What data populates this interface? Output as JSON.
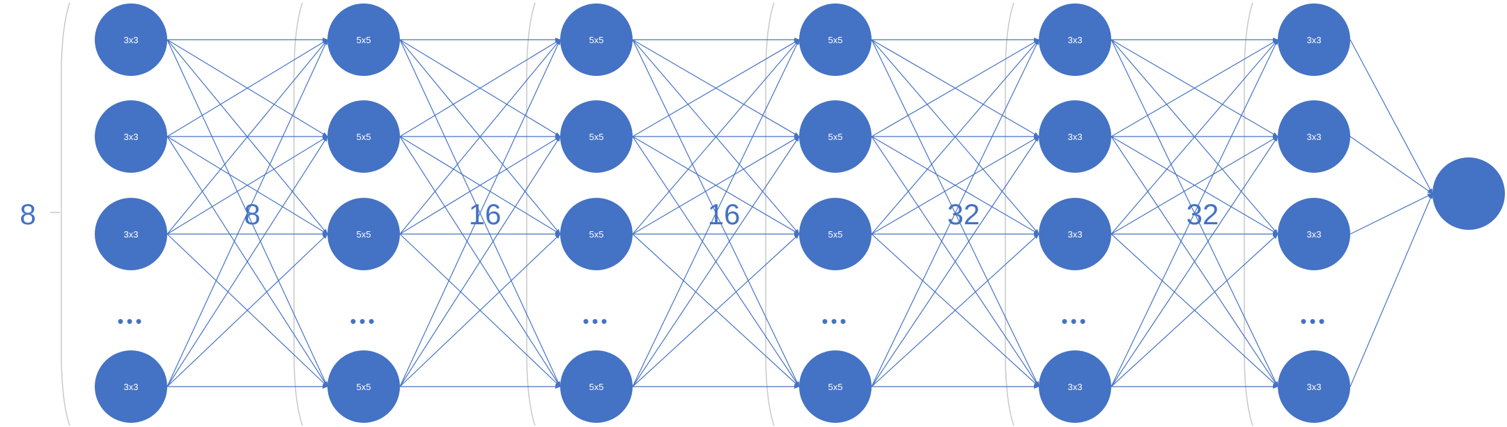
{
  "input_count": "8",
  "layers": [
    {
      "count": "",
      "node_labels": [
        "3x3",
        "3x3",
        "3x3",
        "3x3"
      ]
    },
    {
      "count": "8",
      "node_labels": [
        "5x5",
        "5x5",
        "5x5",
        "5x5"
      ]
    },
    {
      "count": "16",
      "node_labels": [
        "5x5",
        "5x5",
        "5x5",
        "5x5"
      ]
    },
    {
      "count": "16",
      "node_labels": [
        "5x5",
        "5x5",
        "5x5",
        "5x5"
      ]
    },
    {
      "count": "32",
      "node_labels": [
        "3x3",
        "3x3",
        "3x3",
        "3x3"
      ]
    },
    {
      "count": "32",
      "node_labels": [
        "3x3",
        "3x3",
        "3x3",
        "3x3"
      ]
    }
  ],
  "ellipsis": "•••",
  "colors": {
    "node": "#4472c4",
    "edge": "#4472c4",
    "bracket": "#c8c8c8",
    "text": "#4472c4"
  }
}
